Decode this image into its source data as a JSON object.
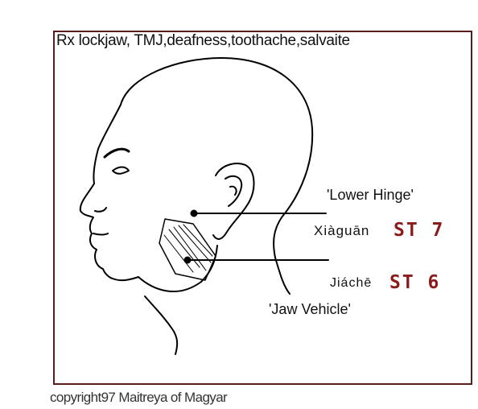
{
  "title": "Rx lockjaw, TMJ,deafness,toothache,salvaite",
  "points": [
    {
      "label_en": "'Lower Hinge'",
      "pinyin": "Xiàguān",
      "code": "ST 7"
    },
    {
      "label_en": "'Jaw Vehicle'",
      "pinyin": "Jiáchē",
      "code": "ST 6"
    }
  ],
  "copyright": "copyright97 Maitreya of Magyar",
  "colors": {
    "frame": "#5a1c1c",
    "point_code": "#8b1a1a",
    "line": "#000000"
  }
}
